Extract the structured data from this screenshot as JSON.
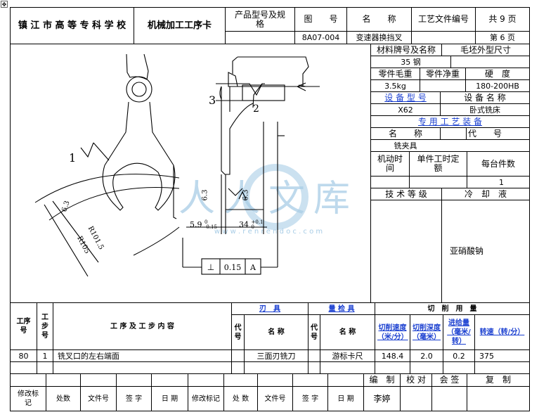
{
  "header": {
    "school": "镇 江 市 高 等 专 科 学 校",
    "card_title": "机械加工工序卡",
    "product_model_label": "产品型号及规格",
    "drawing_no_label": "图　　号",
    "name_label": "名　　称",
    "process_doc_label": "工艺文件编号",
    "total_pages": "共 9 页",
    "drawing_no": "8A07-004",
    "part_name": "变速器换挡叉",
    "page_no": "第 6 页"
  },
  "material": {
    "material_label": "材料牌号及名称",
    "blank_label": "毛坯外型尺寸",
    "material_value": "35 钢",
    "gross_weight_label": "零件毛重",
    "net_weight_label": "零件净重",
    "hardness_label": "硬　度",
    "gross_weight_value": "3.5kg",
    "hardness_value": "180-200HB"
  },
  "equipment": {
    "model_label": "设 备 型 号",
    "name_label": "设 备 名 称",
    "model_value": "X62",
    "name_value": "卧式铣床",
    "special_equip_label": "专 用 工 艺 装 备",
    "eq_name_label": "名　　称",
    "eq_code_label": "代　　号",
    "fixture": "铣夹具",
    "machine_time_label": "机动时间",
    "unit_time_label": "单件工时定额",
    "pieces_label": "每台件数",
    "pieces_value": "1",
    "tech_grade_label": "技 术 等 级",
    "coolant_label": "冷　却　液",
    "coolant_value": "亚硝酸钠"
  },
  "drawing": {
    "label_1": "1",
    "label_2": "2",
    "label_3": "3",
    "rough_a": "6.3",
    "rough_b": "6.3",
    "rough_c": "6.3",
    "radius_1": "R101.5",
    "radius_2": "R105",
    "dim_1": "5.9",
    "dim_1_tol_up": "0",
    "dim_1_tol_low": "-0.15",
    "dim_2": "34",
    "dim_2_tol_up": "+0.1",
    "dim_2_tol_low": "0",
    "perp_value": "0.15",
    "perp_datum": "A",
    "perp_symbol": "⊥",
    "watermark_text": "人人文库",
    "watermark_url": "w w w . r e n r e n d o c . c o m"
  },
  "ops_header": {
    "proc_no": "工序号",
    "step_no": "工步号",
    "content": "工 序 及 工 步 内 容",
    "tool": "刃　具",
    "gauge": "量 检 具",
    "cutting": "切　削　用　量",
    "code": "代号",
    "name": "名 称",
    "speed": "切削速度（米/分）",
    "depth": "切削深度（毫米）",
    "feed": "进给量（毫米/转）",
    "rpm": "转速（转/分）"
  },
  "ops_rows": [
    {
      "proc": "80",
      "step": "1",
      "content": "铣叉口的左右端面",
      "tool_name": "三面刃铣刀",
      "gauge_name": "游标卡尺",
      "speed": "148.4",
      "depth": "2.0",
      "feed": "0.2",
      "rpm": "375"
    }
  ],
  "signoff": {
    "compile": "编　制",
    "check": "校 对",
    "countersign": "会 签",
    "review": "复　制",
    "compiler_name": "李婷"
  },
  "footer": {
    "mod_mark": "修改标记",
    "location": "处数",
    "file_no": "文件号",
    "sign": "签 字",
    "date": "日 期",
    "mod_mark_2": "修改标记",
    "location_2": "处 数",
    "file_no_2": "文件号",
    "sign_2": "签 字",
    "date_2": "日 期"
  }
}
